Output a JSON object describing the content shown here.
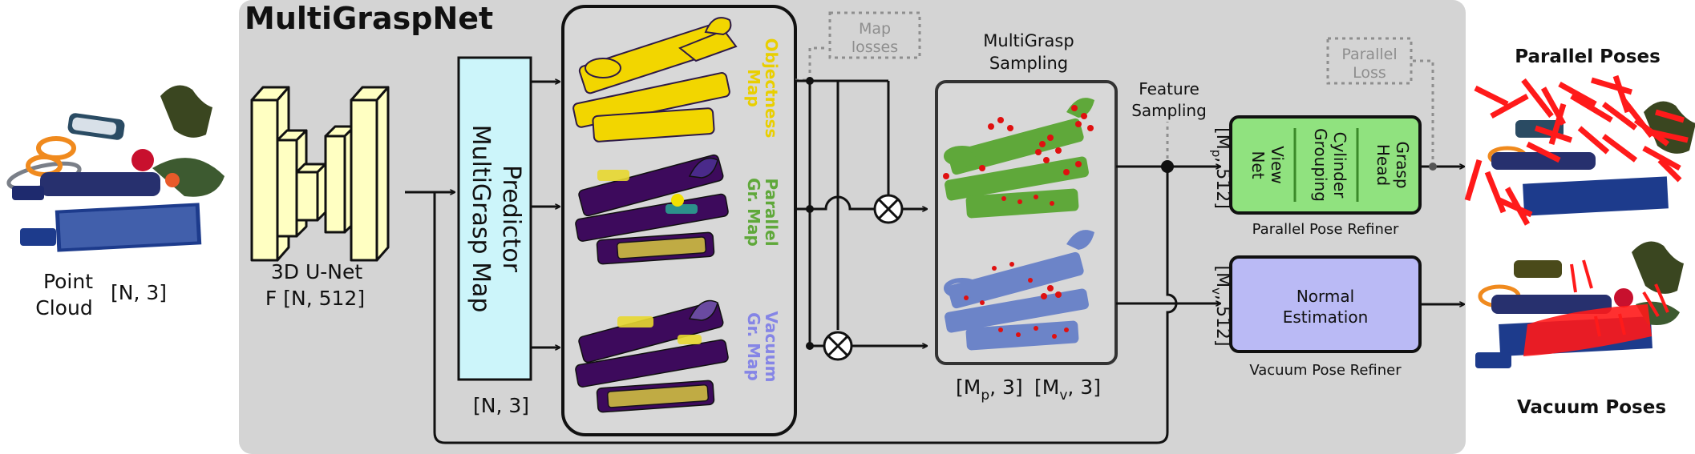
{
  "title": "MultiGraspNet",
  "input": {
    "label_line1": "Point",
    "label_line2": "Cloud",
    "shape": "[N, 3]"
  },
  "unet": {
    "label": "3D U-Net",
    "shape": "F [N, 512]"
  },
  "predictor": {
    "line1": "MultiGrasp Map",
    "line2": "Predictor",
    "shape": "[N, 3]"
  },
  "maps": {
    "objectness_line1": "Objectness",
    "objectness_line2": "Map",
    "parallel_line1": "Parallel",
    "parallel_line2": "Gr. Map",
    "vacuum_line1": "Vacuum",
    "vacuum_line2": "Gr. Map"
  },
  "map_losses": {
    "line1": "Map",
    "line2": "losses"
  },
  "sampling": {
    "line1": "MultiGrasp",
    "line2": "Sampling",
    "shape_p_open": "[M",
    "shape_p_sub": "p",
    "shape_p_close": ", 3]",
    "shape_v_open": "[M",
    "shape_v_sub": "v",
    "shape_v_close": ", 3]"
  },
  "feature_sampling": {
    "line1": "Feature",
    "line2": "Sampling"
  },
  "parallel_loss": {
    "line1": "Parallel",
    "line2": "Loss"
  },
  "parallel_refiner": {
    "col1_line1": "View",
    "col1_line2": "Net",
    "col2_line1": "Cylinder",
    "col2_line2": "Grouping",
    "col3_line1": "Grasp",
    "col3_line2": "Head",
    "caption": "Parallel Pose Refiner",
    "shape_open": "[M",
    "shape_sub": "p",
    "shape_close": ", 512]"
  },
  "vacuum_refiner": {
    "line1": "Normal",
    "line2": "Estimation",
    "caption": "Vacuum Pose Refiner",
    "shape_open": "[M",
    "shape_sub": "v",
    "shape_close": ", 512]"
  },
  "outputs": {
    "parallel": "Parallel Poses",
    "vacuum": "Vacuum Poses"
  },
  "colors": {
    "panel_bg": "#d4d4d4",
    "unet_fill": "#ffffc2",
    "predictor_fill": "#ccf5fa",
    "objectness": "#e9cf00",
    "parallel": "#5fa83a",
    "vacuum": "#8585e6",
    "parallel_refiner_fill": "#90e27f",
    "vacuum_refiner_fill": "#babaf5",
    "dashed": "#8e8e8e",
    "heatmap_dark": "#3d0a5c",
    "sample_red": "#e01010"
  }
}
